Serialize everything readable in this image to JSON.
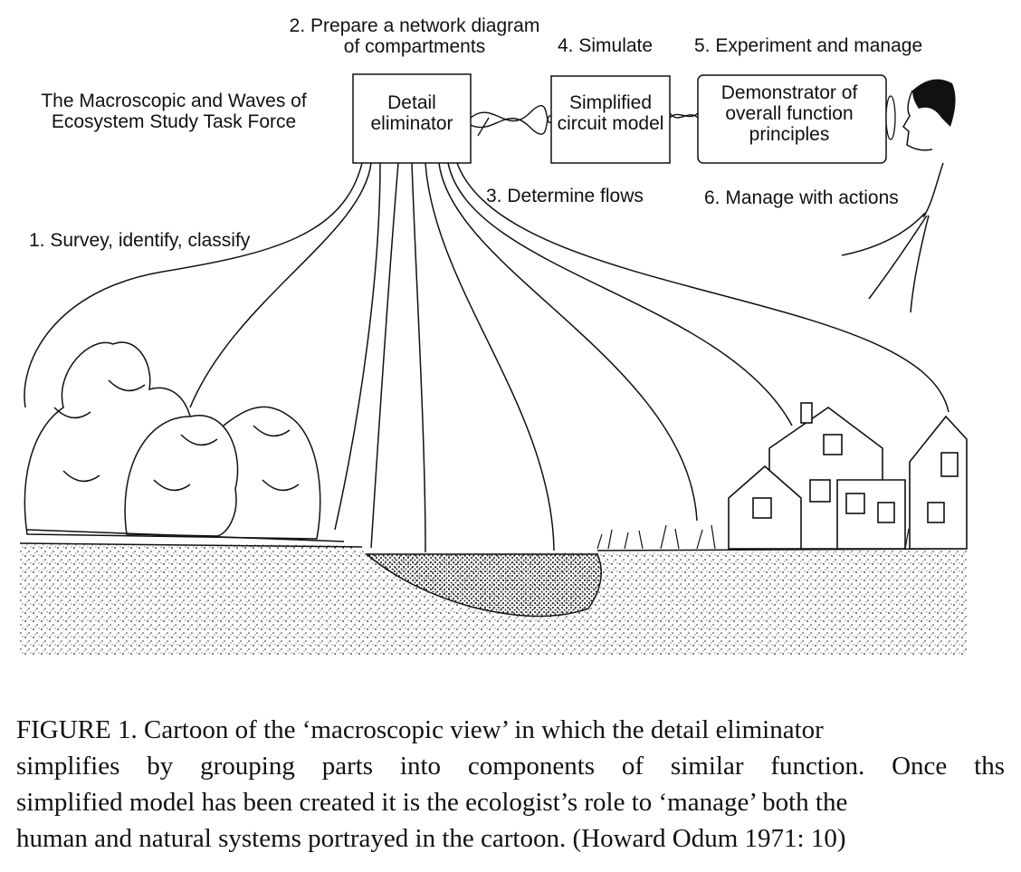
{
  "figure": {
    "task_force_label": [
      "The Macroscopic and Waves of",
      "Ecosystem Study Task Force"
    ],
    "steps": {
      "step1": "1. Survey, identify, classify",
      "step2": [
        "2. Prepare a network diagram",
        "of compartments"
      ],
      "step3": "3. Determine flows",
      "step4": "4. Simulate",
      "step5": "5. Experiment and manage",
      "step6": "6. Manage with actions"
    },
    "boxes": {
      "detail_eliminator": [
        "Detail",
        "eliminator"
      ],
      "circuit_model": [
        "Simplified",
        "circuit model"
      ],
      "demonstrator": [
        "Demonstrator of",
        "overall function",
        "principles"
      ]
    }
  },
  "caption": {
    "lines": [
      "FIGURE 1. Cartoon of the ‘macroscopic view’ in which the detail eliminator",
      "simplifies by grouping parts into components of similar function. Once ths",
      "simplified model has been created it is the ecologist’s role to ‘manage’ both the",
      "human and natural systems portrayed in the cartoon. (Howard Odum 1971: 10)"
    ]
  }
}
